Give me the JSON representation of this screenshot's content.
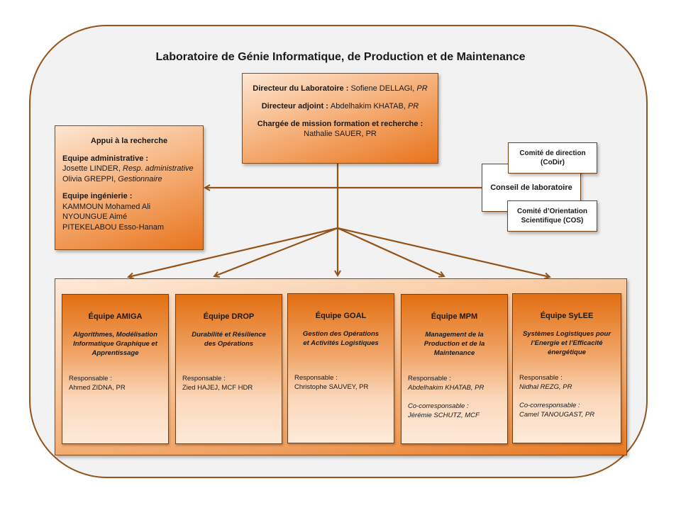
{
  "title": "Laboratoire de Génie Informatique, de Production et de Maintenance",
  "direction": {
    "director_label": "Directeur du Laboratoire",
    "director_name": "Sofiene DELLAGI",
    "director_grade": "PR",
    "deputy_label": "Directeur adjoint",
    "deputy_name": "Abdelhakim KHATAB",
    "deputy_grade": "PR",
    "mission_label": "Chargée de mission formation et recherche :",
    "mission_name": "Nathalie SAUER, PR"
  },
  "support": {
    "heading": "Appui à la recherche",
    "admin_label": "Equipe administrative :",
    "admin_members": [
      {
        "name": "Josette LINDER",
        "role": "Resp. administrative"
      },
      {
        "name": "Olivia GREPPI",
        "role": "Gestionnaire"
      }
    ],
    "engineering_label": "Equipe ingénierie :",
    "engineering_members": [
      "KAMMOUN Mohamed Ali",
      "NYOUNGUE Aimé",
      "PITEKELABOU Esso-Hanam"
    ]
  },
  "councils": {
    "codir": "Comité de direction (CoDir)",
    "conseil": "Conseil de laboratoire",
    "cos": "Comité d’Orientation Scientifique (COS)"
  },
  "teams": [
    {
      "name": "Équipe AMIGA",
      "theme": "Algorithmes, Modélisation Informatique Graphique et Apprentissage",
      "resp_label": "Responsable :",
      "resp": "Ahmed ZIDNA, PR",
      "co_label": "",
      "co": ""
    },
    {
      "name": "Équipe DROP",
      "theme": "Durabilité et Résilience des Opérations",
      "resp_label": "Responsable :",
      "resp": "Zied HAJEJ, MCF HDR",
      "co_label": "",
      "co": ""
    },
    {
      "name": "Équipe GOAL",
      "theme": "Gestion des Opérations et Activités Logistiques",
      "resp_label": "Responsable :",
      "resp": "Christophe SAUVEY, PR",
      "co_label": "",
      "co": ""
    },
    {
      "name": "Équipe MPM",
      "theme": "Management de la Production et de la Maintenance",
      "resp_label": "Responsable :",
      "resp": "Abdelhakim KHATAB, PR",
      "co_label": "Co-corresponsable :",
      "co": "Jérémie SCHUTZ, MCF"
    },
    {
      "name": "Équipe SyLEE",
      "theme": "Systèmes Logistiques pour l’Energie et l’Efficacité énergétique",
      "resp_label": "Responsable :",
      "resp": "Nidhal REZG, PR",
      "co_label": "Co-corresponsable :",
      "co": "Camel TANOUGAST, PR"
    }
  ],
  "colors": {
    "line": "#94531a",
    "accent": "#e8741c",
    "background": "#f2f2f2"
  }
}
